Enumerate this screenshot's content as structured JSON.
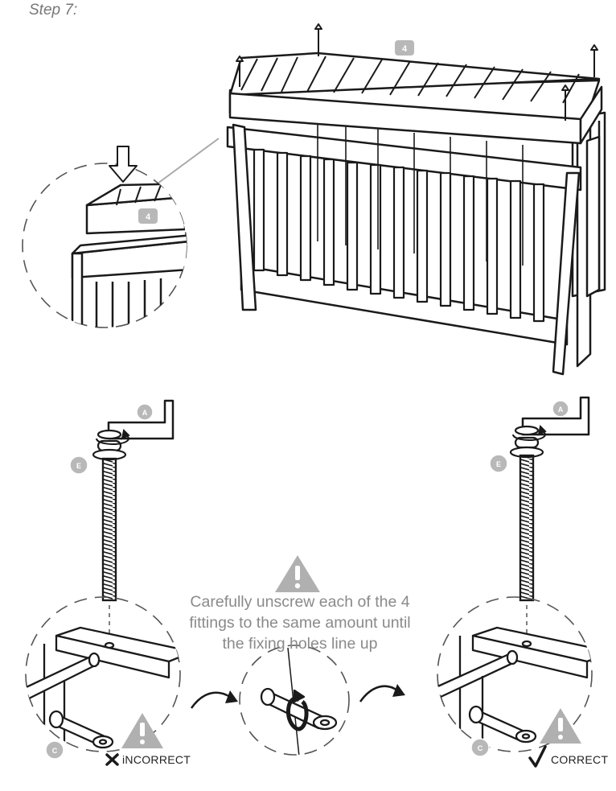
{
  "step_title": "Step 7:",
  "labels": {
    "part_4": "4",
    "tool_a": "A",
    "bolt_e": "E",
    "fitting_c": "C"
  },
  "instruction": {
    "line1": "Carefully unscrew each of the 4",
    "line2": "fittings to the same amount until",
    "line3": "the fixing holes line up"
  },
  "verdicts": {
    "incorrect": "iNCORRECT",
    "correct": "CORRECT"
  },
  "icons": {
    "incorrect_mark": "cross-icon",
    "correct_mark": "check-icon",
    "warning": "warning-triangle-icon"
  },
  "colors": {
    "line": "#1a1a1a",
    "badge_fill": "#b8b8b8",
    "warning_fill": "#b0b0b0",
    "text_grey": "#8a8a8a"
  }
}
